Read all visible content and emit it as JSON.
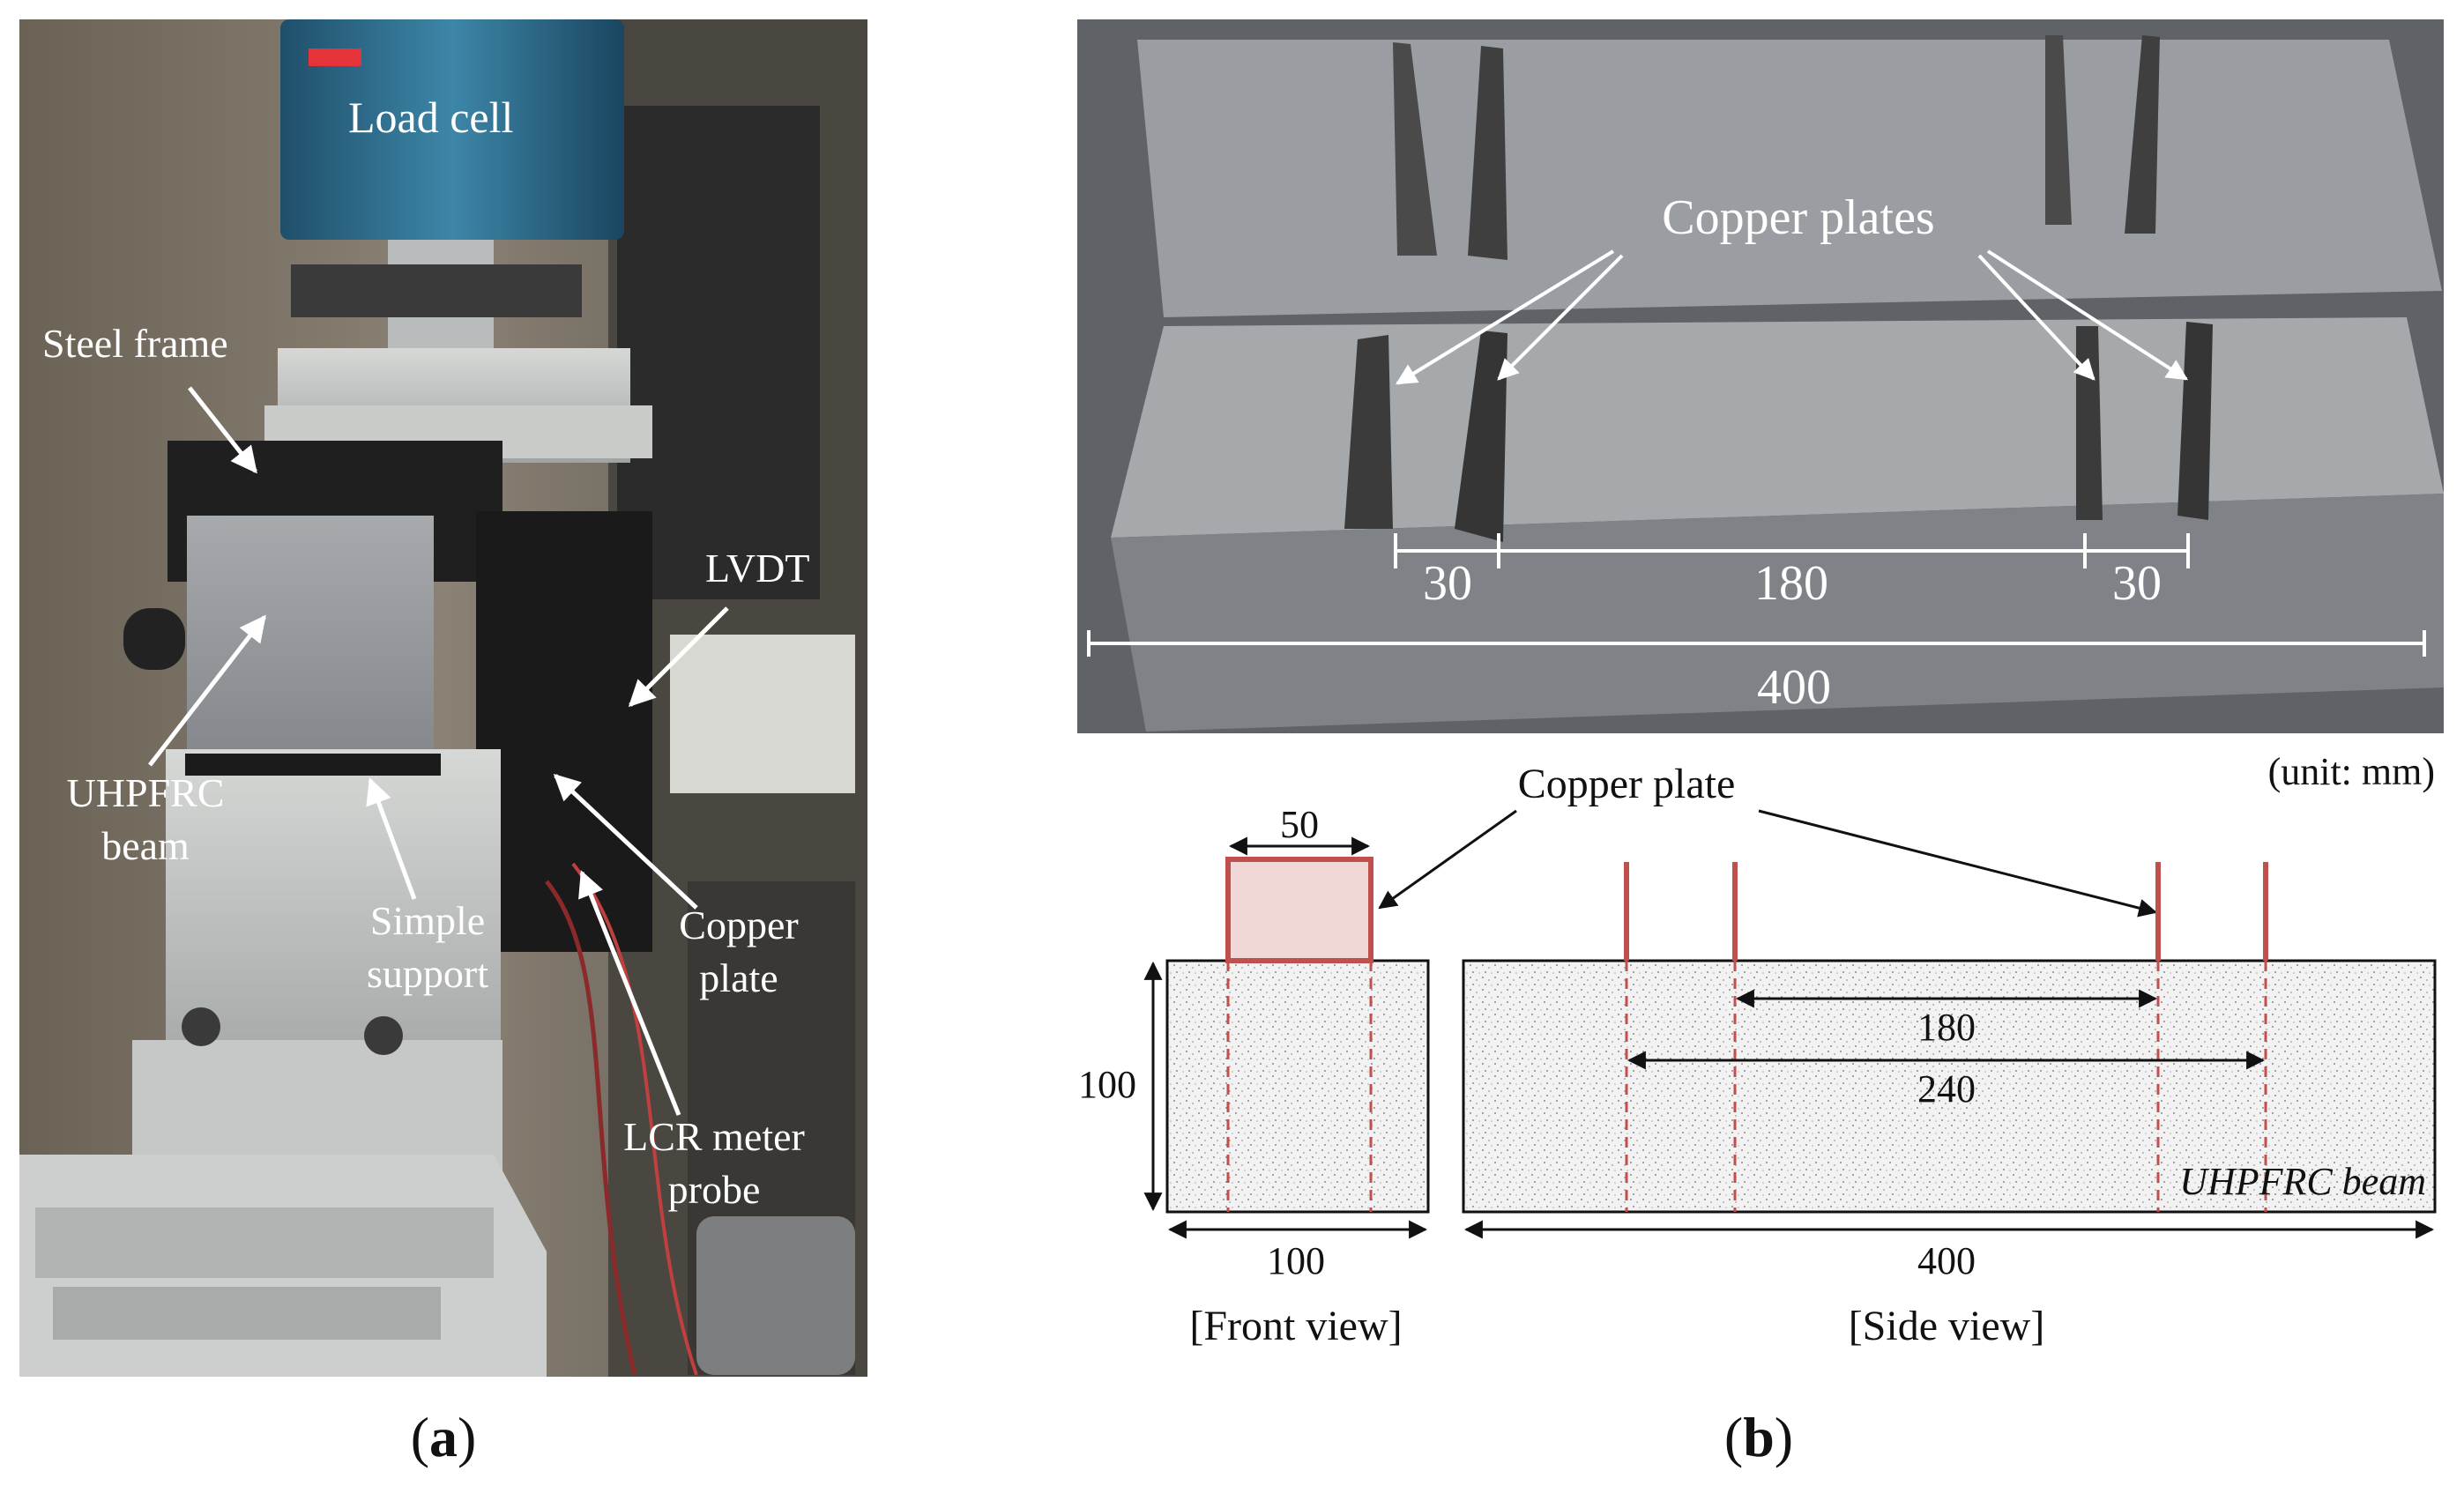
{
  "panel_a": {
    "caption_letter": "a",
    "labels": {
      "load_cell": "Load cell",
      "steel_frame": "Steel frame",
      "lvdt": "LVDT",
      "beam_line1": "UHPFRC",
      "beam_line2": "beam",
      "support_line1": "Simple",
      "support_line2": "support",
      "copper_line1": "Copper",
      "copper_line2": "plate",
      "lcr_line1": "LCR meter",
      "lcr_line2": "probe"
    }
  },
  "panel_b": {
    "caption_letter": "b",
    "photo": {
      "label_copper": "Copper plates",
      "dim_left": "30",
      "dim_mid": "180",
      "dim_right": "30",
      "dim_total": "400"
    },
    "unit": "(unit: mm)",
    "drawing": {
      "label_copper": "Copper plate",
      "front_plate_width": "50",
      "front_height": "100",
      "front_width": "100",
      "front_caption": "[Front view]",
      "side_inner": "180",
      "side_outer": "240",
      "side_length": "400",
      "side_caption": "[Side view]",
      "beam_label": "UHPFRC beam"
    }
  },
  "colors": {
    "copper": "#c0504d",
    "copper_fill": "#f2d7d7",
    "concrete_photo": "#8d9196"
  }
}
